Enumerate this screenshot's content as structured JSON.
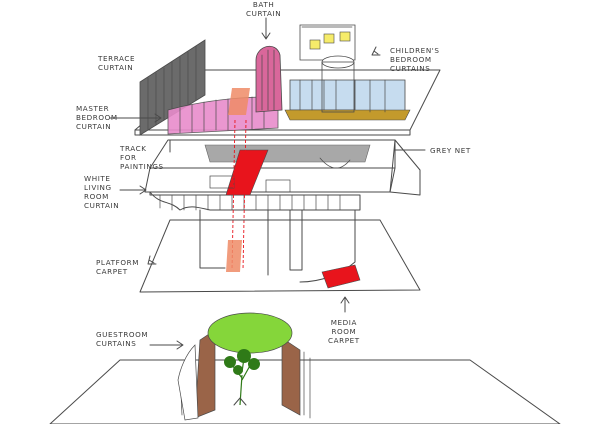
{
  "labels": {
    "terrace": [
      "TERRACE",
      "CURTAIN"
    ],
    "bath": [
      "BATH",
      "CURTAIN"
    ],
    "children": [
      "CHILDREN'S",
      "BEDROOM",
      "CURTAINS"
    ],
    "master": [
      "MASTER",
      "BEDROOM",
      "CURTAIN"
    ],
    "track": [
      "TRACK",
      "FOR",
      "PAINTINGS"
    ],
    "grey_net": [
      "GREY NET"
    ],
    "white_living": [
      "WHITE",
      "LIVING",
      "ROOM",
      "CURTAIN"
    ],
    "platform": [
      "PLATFORM",
      "CARPET"
    ],
    "media": [
      "MEDIA",
      "ROOM",
      "CARPET"
    ],
    "guestroom": [
      "GUESTROOM",
      "CURTAINS"
    ]
  },
  "colors": {
    "ink": "#4a4a4a",
    "pink_curtain": "#e88ccb",
    "bath_curtain": "#d9679b",
    "red_carpet": "#e8141c",
    "salmon": "#ee8b66",
    "blue_curtain": "#c6dcef",
    "yellow": "#f6ec6a",
    "mustard": "#c39a2c",
    "grey_net": "#9a9a9a",
    "dark_curtain": "#6b6b6b",
    "green_canopy": "#85d63a",
    "brown_curtain": "#9a6448",
    "tree": "#2f7a18"
  }
}
